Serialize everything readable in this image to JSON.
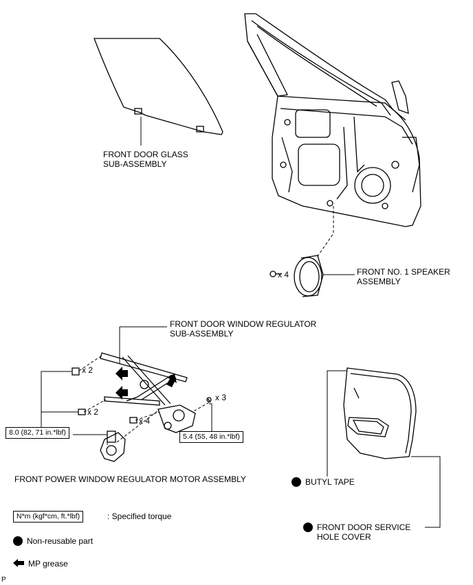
{
  "parts": {
    "glass": {
      "line1": "FRONT DOOR GLASS",
      "line2": "SUB-ASSEMBLY"
    },
    "speaker": {
      "line1": "FRONT NO. 1 SPEAKER",
      "line2": "ASSEMBLY",
      "qty": "x 4"
    },
    "regulator": {
      "line1": "FRONT DOOR WINDOW REGULATOR",
      "line2": "SUB-ASSEMBLY"
    },
    "regulator_qty_a": "x 2",
    "regulator_qty_b": "x 2",
    "regulator_qty_c": "x 4",
    "regulator_qty_d": "x 3",
    "motor": "FRONT POWER WINDOW REGULATOR MOTOR ASSEMBLY",
    "butyl": "BUTYL TAPE",
    "hole_cover": {
      "line1": "FRONT DOOR SERVICE",
      "line2": "HOLE COVER"
    }
  },
  "torques": {
    "left": "8.0 (82, 71 in.*lbf)",
    "right": "5.4 (55, 48 in.*lbf)"
  },
  "legend": {
    "torque_box": "N*m (kgf*cm, ft.*lbf)",
    "torque_desc": ": Specified torque",
    "nonreusable": "Non-reusable part",
    "grease": "MP grease"
  },
  "corner_mark": "P"
}
